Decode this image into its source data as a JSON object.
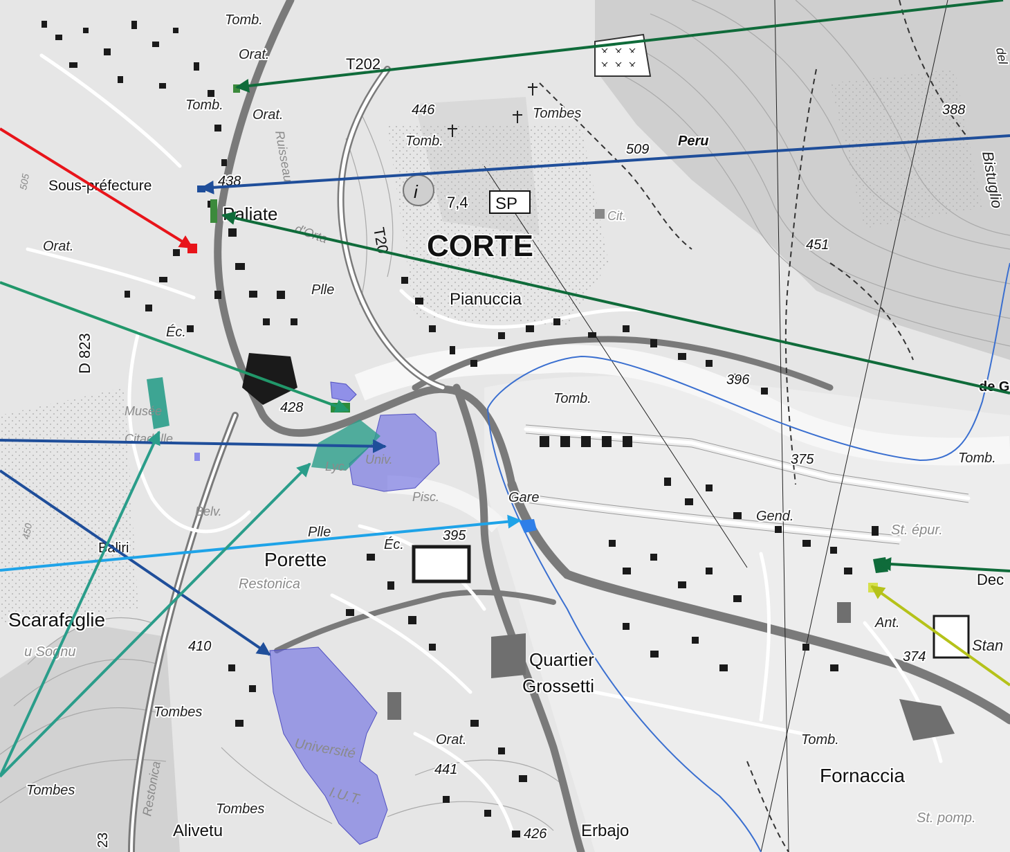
{
  "map": {
    "town_label": "CORTE",
    "symbols": {
      "road_T20": "T20",
      "road_T202": "T202",
      "road_D823": "D 823",
      "road_D823_bottom": "23",
      "sp_box": "SP",
      "info_icon": "i",
      "info_value": "7,4"
    },
    "elevations": {
      "e446": "446",
      "e509": "509",
      "e438": "438",
      "e388": "388",
      "e451": "451",
      "e396": "396",
      "e428": "428",
      "e375": "375",
      "e395": "395",
      "e374": "374",
      "e410": "410",
      "e441": "441",
      "e426": "426",
      "e505": "505",
      "e450": "450"
    },
    "places": {
      "peru": "Peru",
      "pianuccia": "Pianuccia",
      "sous_prefecture": "Sous-préfecture",
      "paliate": "Paliate",
      "porette": "Porette",
      "scarafaglie": "Scarafaglie",
      "u_sognu": "u Sognu",
      "quartier": "Quartier",
      "grossetti": "Grossetti",
      "fornaccia": "Fornaccia",
      "alivetu": "Alivetu",
      "erbajo": "Erbajo",
      "baliri": "Baliri",
      "bistuglio": "Bistuglio",
      "de_g": "de G",
      "dec": "Dec",
      "stan": "Stan",
      "del": "del"
    },
    "features": {
      "tomb_top": "Tomb.",
      "orat_top": "Orat.",
      "tomb_2": "Tomb.",
      "orat_2": "Orat.",
      "tombes_top": "Tombes",
      "tomb_3": "Tomb.",
      "cit": "Cit.",
      "orat_left": "Orat.",
      "ruisseau": "Ruisseau",
      "d_orta": "d'Orta",
      "plle_top": "Plle",
      "ec_1": "Éc.",
      "musee": "Musée",
      "citadelle": "Citadelle",
      "belv": "Belv.",
      "lyc": "Lyc.",
      "univ": "Univ.",
      "tomb_mid": "Tomb.",
      "tomb_right": "Tomb.",
      "gare": "Gare",
      "gend": "Gend.",
      "st_epur": "St. épur.",
      "pisc": "Pisc.",
      "ec_2": "Éc.",
      "plle_bottom": "Plle",
      "restonica": "Restonica",
      "ant": "Ant.",
      "universite": "Université",
      "iut": "I.U.T.",
      "orat_bottom": "Orat.",
      "tombes_1": "Tombes",
      "tombes_2": "Tombes",
      "tombes_3": "Tombes",
      "tomb_4": "Tomb.",
      "st_pomp": "St. pomp.",
      "restonica_v": "Restonica"
    }
  },
  "overlay_colors": {
    "red": "#e8141a",
    "dark_green": "#0f6b3a",
    "dark_blue": "#1f4e9a",
    "teal_green": "#21976a",
    "cyan_blue": "#1ea3e8",
    "teal": "#2a9d8a",
    "lime": "#b5c21a",
    "univ_purple": "#6b6be0",
    "river_blue": "#3a6fd0"
  }
}
